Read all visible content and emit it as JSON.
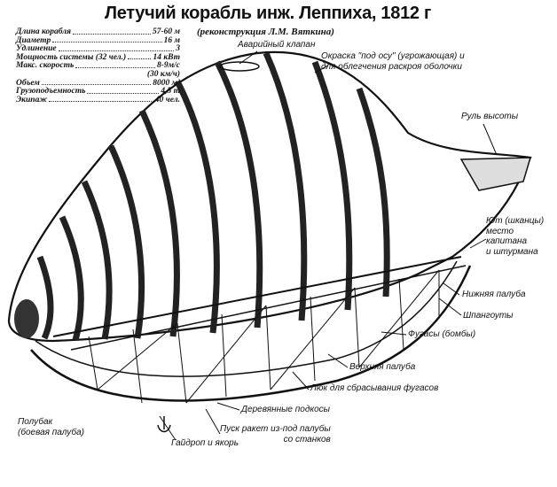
{
  "title": "Летучий корабль инж. Леппиха, 1812 г",
  "subtitle": "(реконструкция Л.М. Вяткина)",
  "specs": [
    {
      "label": "Длина корабля",
      "value": "57-60 м"
    },
    {
      "label": "Диаметр",
      "value": "16 м"
    },
    {
      "label": "Удлинение",
      "value": "3"
    },
    {
      "label": "Мощность системы (32 чел.)",
      "value": "14 кВт"
    },
    {
      "label": "Макс. скорость",
      "value": "8-9м/с"
    },
    {
      "label": "",
      "value": "(30 км/ч)"
    },
    {
      "label": "Объем",
      "value": "8000 м³"
    },
    {
      "label": "Грузоподъемность",
      "value": "4,5 т"
    },
    {
      "label": "Экипаж",
      "value": "40 чел."
    }
  ],
  "labels": {
    "valve": "Аварийный клапан",
    "paint_1": "Окраска \"под осу\" (угрожающая) и",
    "paint_2": "для облегчения раскроя оболочки",
    "elevator": "Руль высоты",
    "stern_1": "Ют (шканцы)",
    "stern_2": "место",
    "stern_3": "капитана",
    "stern_4": "и штурмана",
    "lower_deck": "Нижняя палуба",
    "frames": "Шпангоуты",
    "bombs": "Фугасы (бомбы)",
    "upper_deck": "Верхняя палуба",
    "hatch": "Люк для сбрасывания фугасов",
    "struts": "Деревянные подкосы",
    "rockets_1": "Пуск ракет из-под палубы",
    "rockets_2": "со станков",
    "anchor": "Гайдроп и якорь",
    "forecastle_1": "Полубак",
    "forecastle_2": "(боевая палуба)"
  }
}
